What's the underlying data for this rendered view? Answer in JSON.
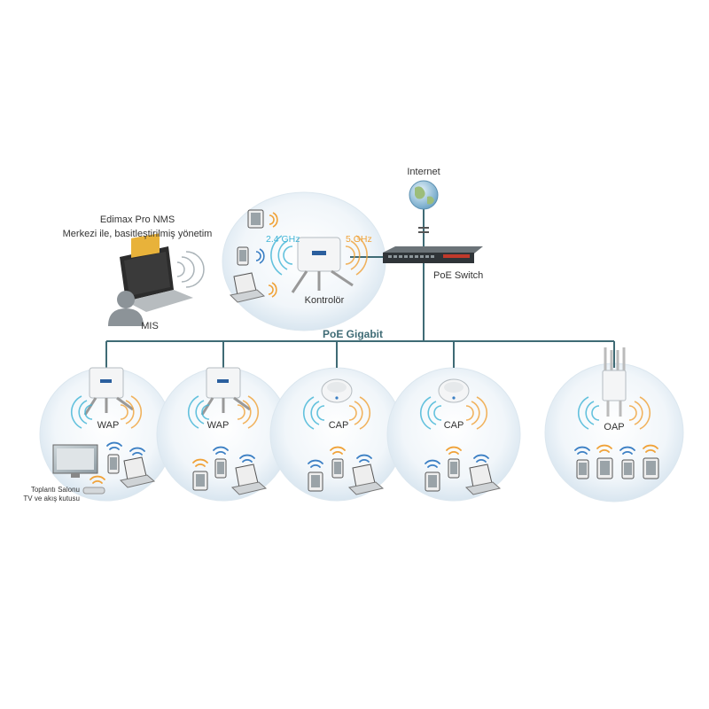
{
  "nms": {
    "title": "Edimax Pro NMS",
    "subtitle": "Merkezi ile, basitleştirilmiş yönetim",
    "user_label": "MIS"
  },
  "controller": {
    "label": "Kontrolör",
    "band_24": "2.4 GHz",
    "band_5": "5 GHz"
  },
  "internet": {
    "label": "Internet"
  },
  "switch": {
    "label": "PoE Switch"
  },
  "backbone": {
    "label": "PoE Gigabit"
  },
  "aps": [
    {
      "label": "WAP"
    },
    {
      "label": "WAP"
    },
    {
      "label": "CAP"
    },
    {
      "label": "CAP"
    },
    {
      "label": "OAP"
    }
  ],
  "meeting_room": {
    "line1": "Toplantı Salonu",
    "line2": "TV ve akış kutusu"
  },
  "colors": {
    "blue_wave": "#3fb4d6",
    "orange_wave": "#f0a238",
    "backbone": "#3f6b75",
    "bubble": "#e4eef6"
  }
}
